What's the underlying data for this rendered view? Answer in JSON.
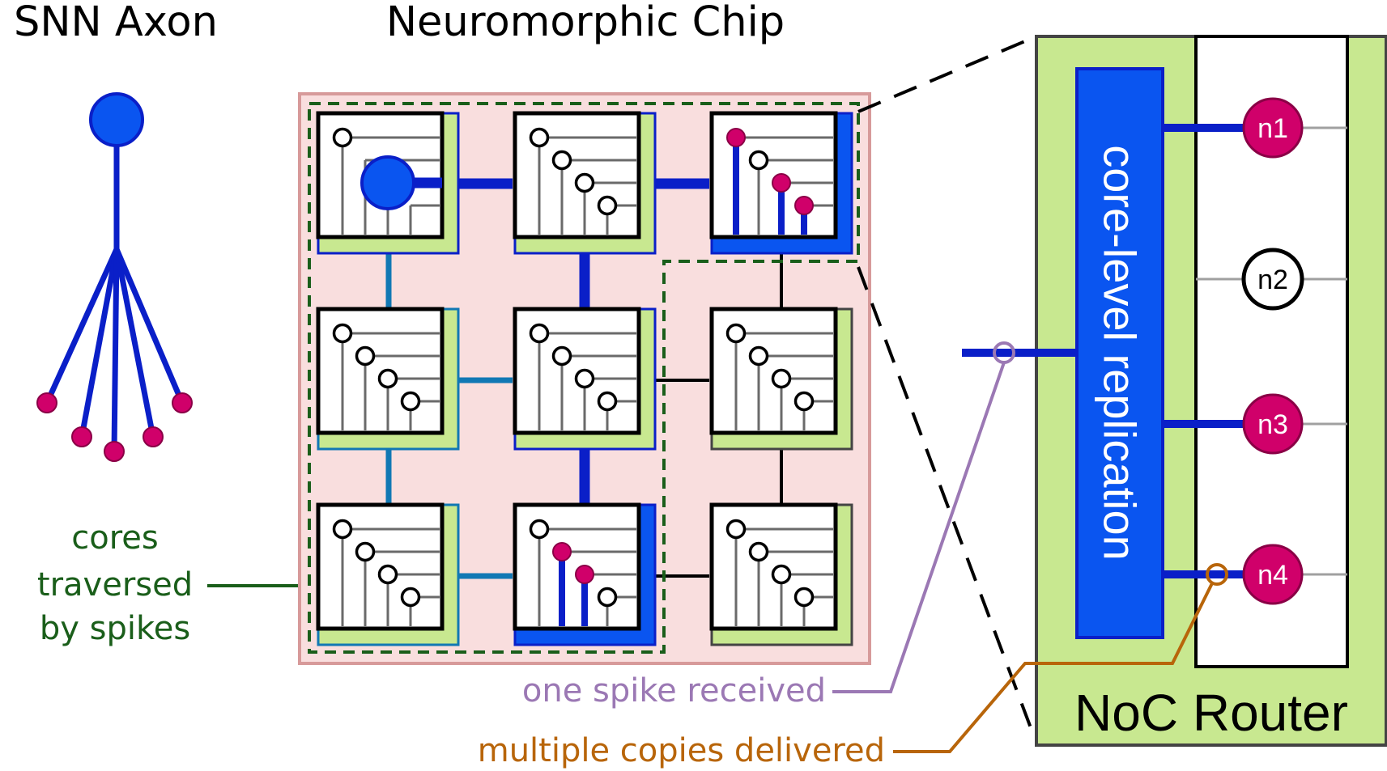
{
  "titles": {
    "axon": "SNN Axon",
    "chip": "Neuromorphic Chip"
  },
  "labels": {
    "cores_line1": "cores",
    "cores_line2": "traversed",
    "cores_line3": "by spikes",
    "one_spike": "one spike received",
    "multiple_copies": "multiple copies delivered",
    "replication": "core-level replication",
    "router": "NoC Router"
  },
  "neurons": [
    "n1",
    "n2",
    "n3",
    "n4"
  ],
  "colors": {
    "axon_blue": "#0a1fc8",
    "soma_blue": "#0a55f0",
    "spike_magenta": "#d0006a",
    "core_green": "#c8e890",
    "chip_pink": "#f9dede",
    "dashed_green": "#1a5e1a",
    "teal_link": "#1178b4",
    "one_spike_purple": "#9b78b4",
    "copies_orange": "#b8650a"
  }
}
